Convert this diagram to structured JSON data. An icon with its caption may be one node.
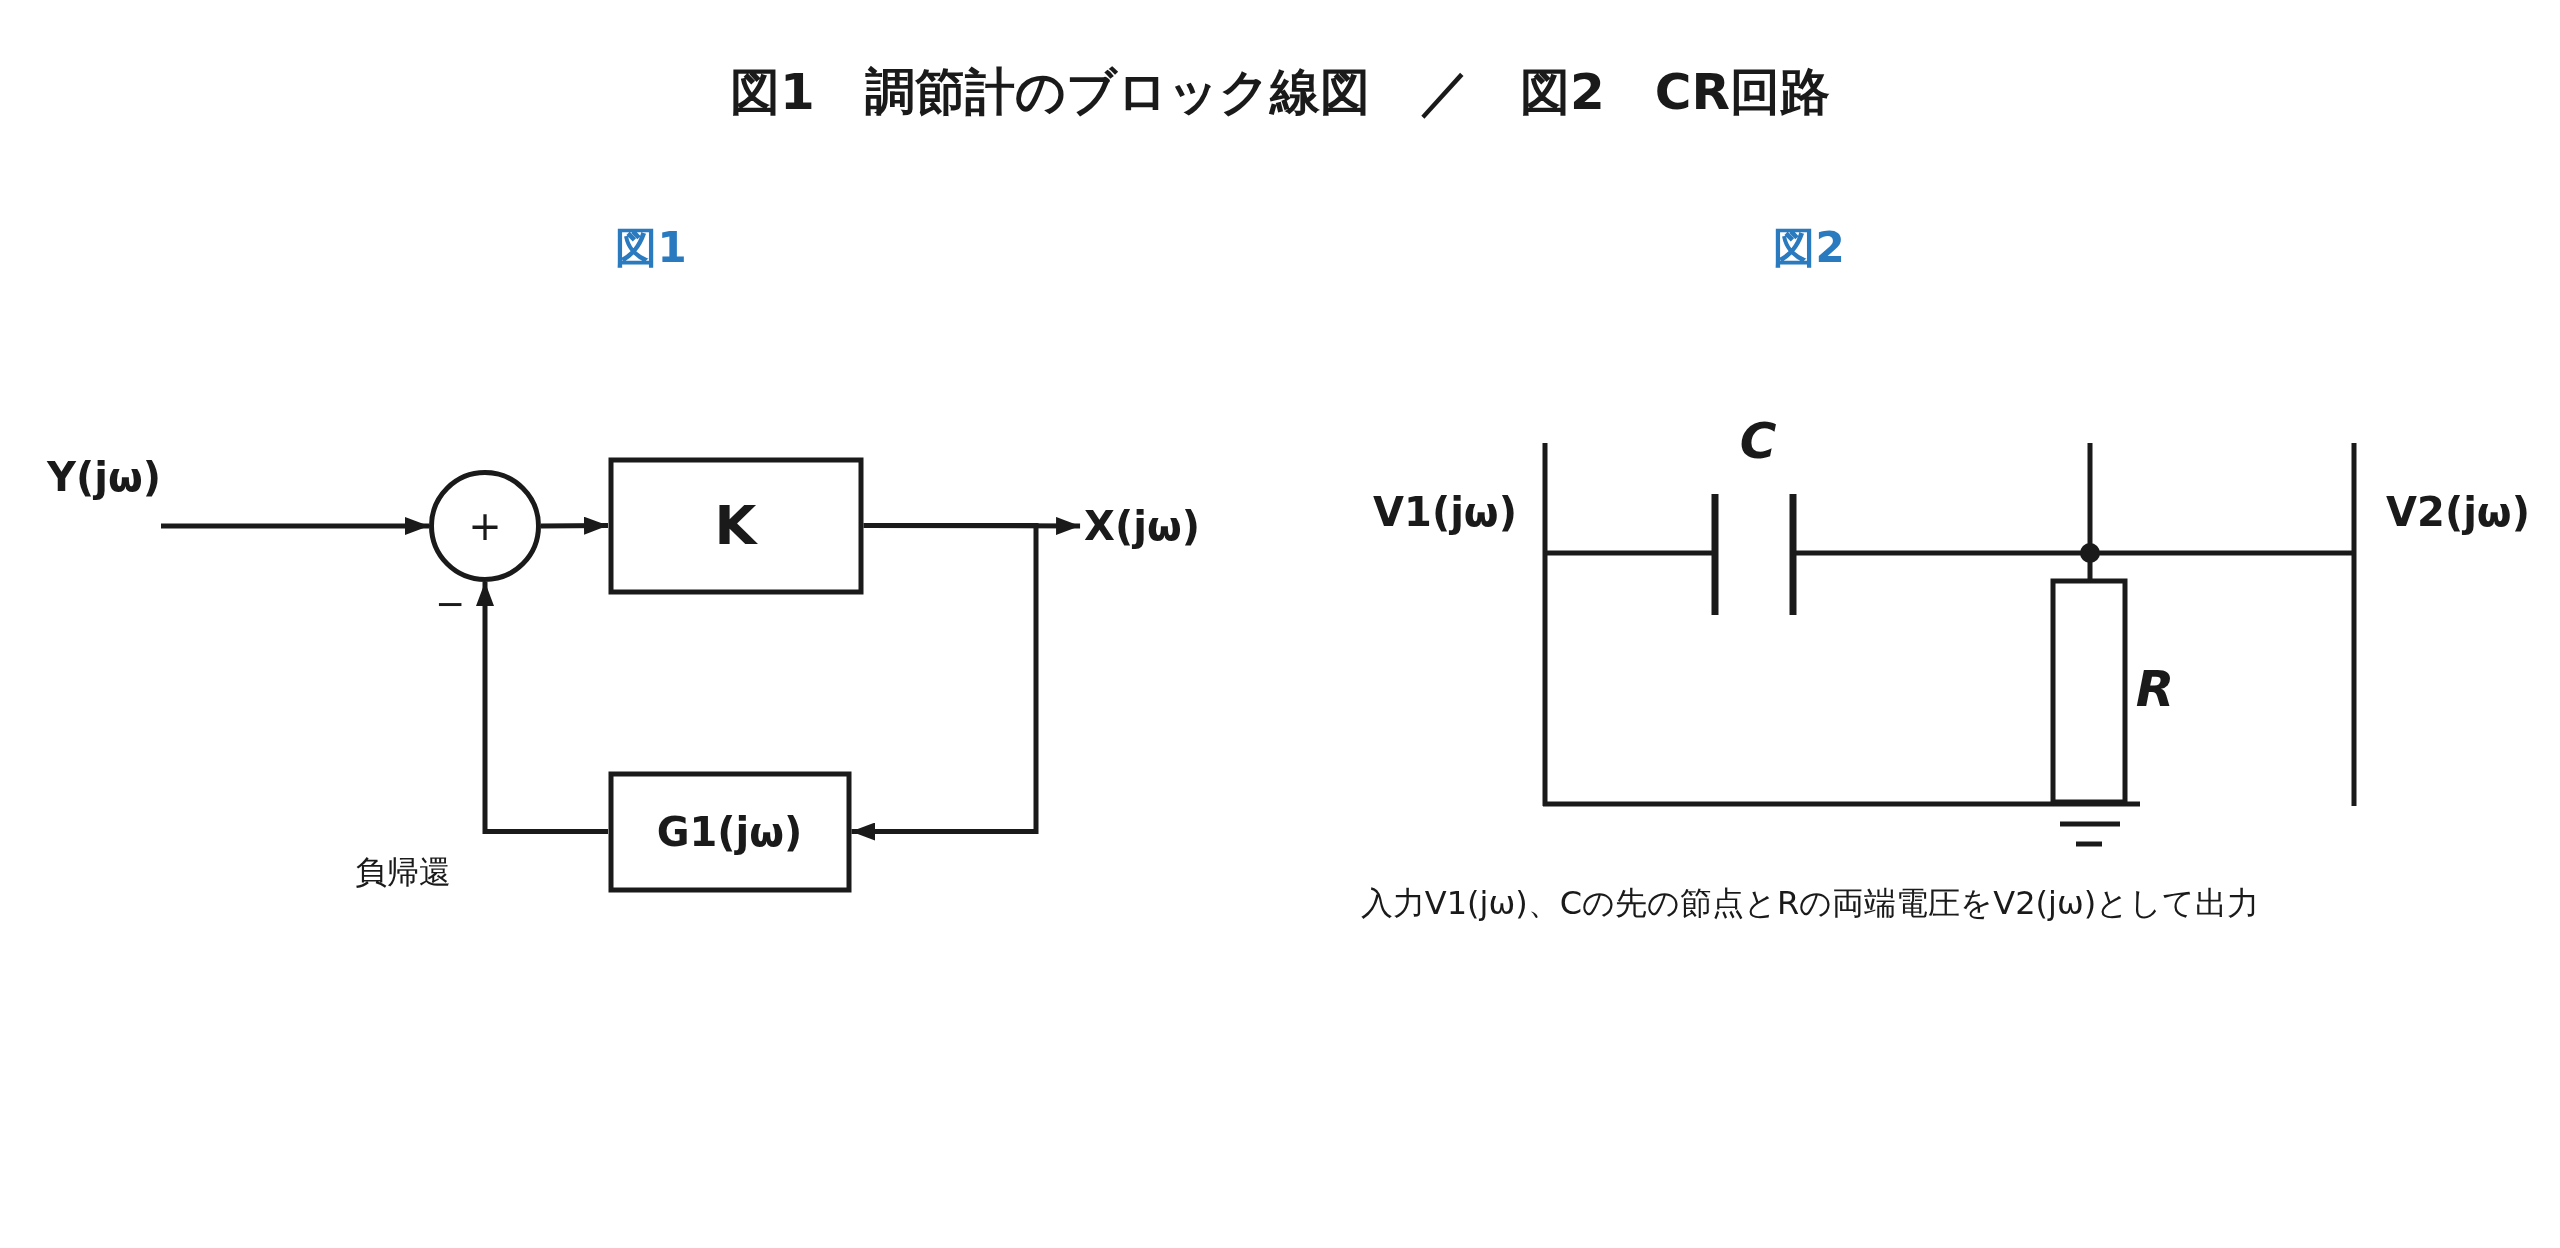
{
  "diagram": {
    "title": "図1　調節計のブロック線図　／　図2　CR回路",
    "nodes": [
      {
        "text": [
          "Y(jω)"
        ]
      },
      {
        "text": [
          "+"
        ],
        "beside": [
          "−"
        ]
      },
      {
        "text": [
          "K"
        ]
      },
      {
        "text": [
          "X(jω)"
        ]
      },
      {
        "text": [
          "G1(jω)"
        ]
      }
    ],
    "edges": [
      {
        "from": 0,
        "to": 1,
        "arrow": "to"
      },
      {
        "from": 1,
        "to": 2,
        "arrow": "to"
      },
      {
        "from": 2,
        "to": 3,
        "arrow": "to"
      },
      {
        "from": 2,
        "to": 4,
        "arrow": "to"
      },
      {
        "from": 4,
        "to": 1,
        "arrow": "to",
        "label": "負帰還"
      }
    ],
    "labels": [
      "図1",
      "図2",
      "C",
      "V1(jω)",
      "V2(jω)",
      "R",
      "入力V1(jω)、Cの先の節点とRの両端電圧をV2(jω)として出力"
    ]
  }
}
